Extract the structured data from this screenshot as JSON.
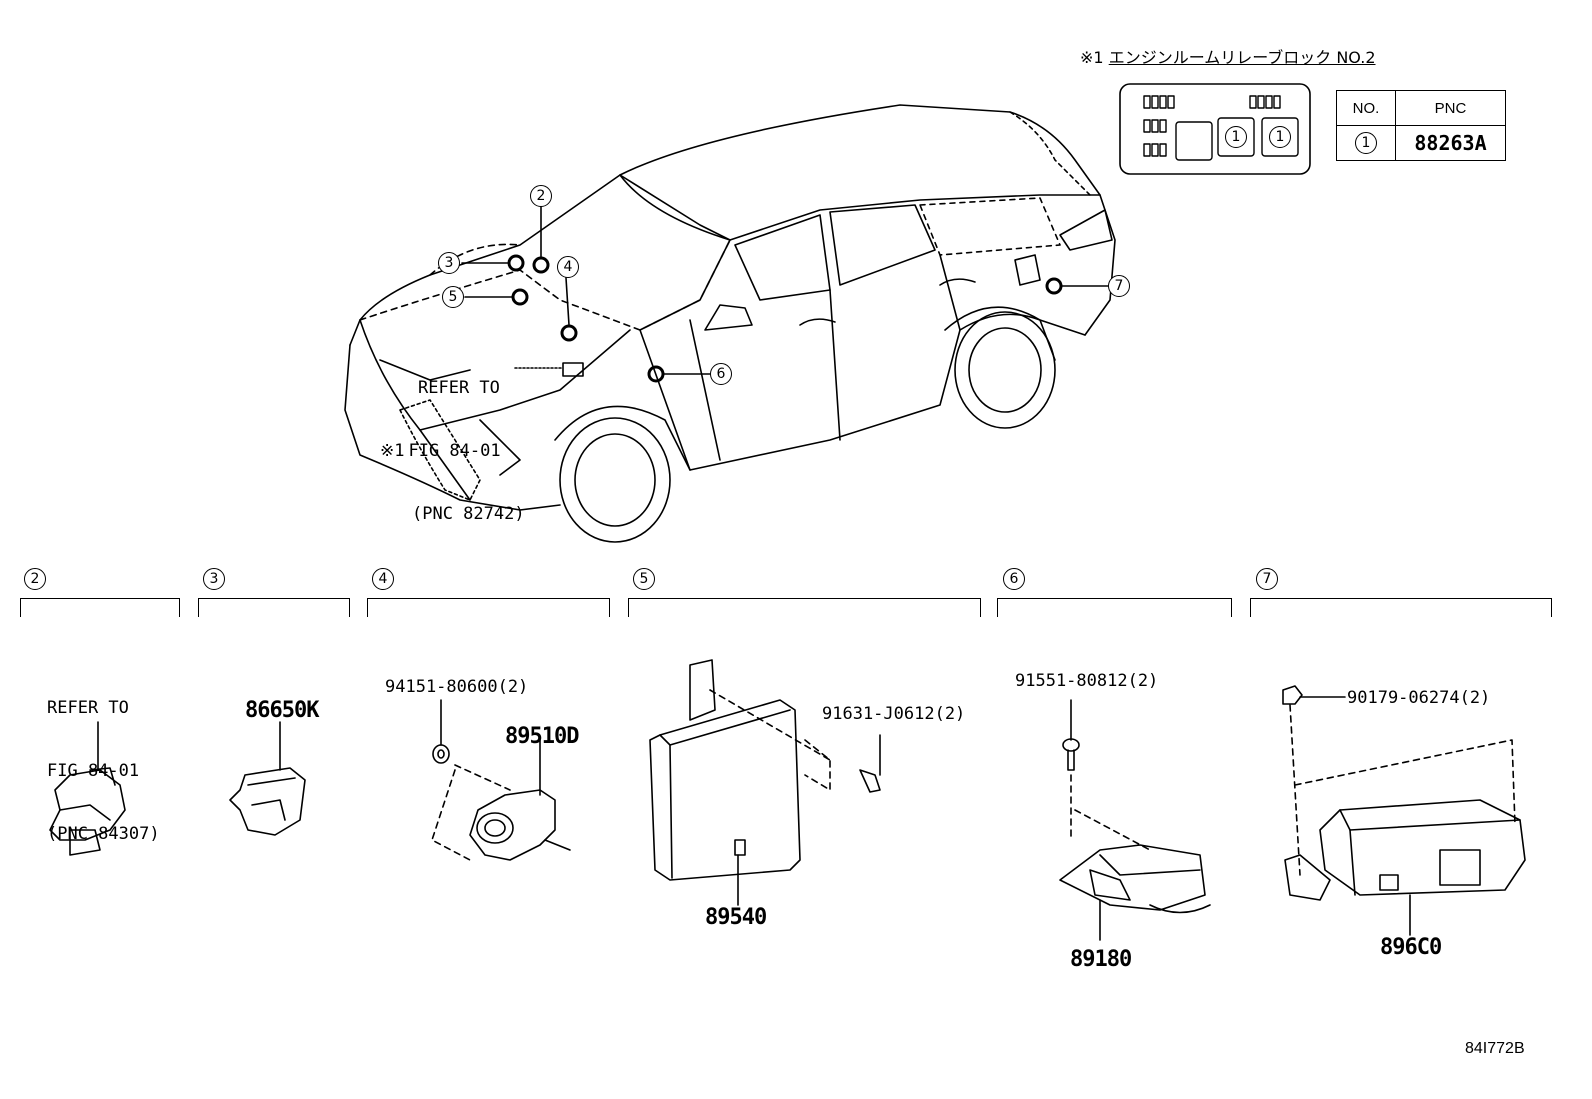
{
  "note": {
    "mark": "※1",
    "title": "エンジンルームリレーブロック NO.2"
  },
  "pnc_table": {
    "col_no": "NO.",
    "col_pnc": "PNC",
    "row_no": "1",
    "row_pnc": "88263A"
  },
  "relay_block": {
    "slot_a": "1",
    "slot_b": "1"
  },
  "car_callouts": {
    "c2": "2",
    "c3": "3",
    "c4": "4",
    "c5": "5",
    "c6": "6",
    "c7": "7"
  },
  "car_refer": {
    "line1": "REFER TO",
    "mark": "※1",
    "line2": "FIG 84-01",
    "line3": "(PNC 82742)"
  },
  "sections": [
    {
      "num": "2"
    },
    {
      "num": "3"
    },
    {
      "num": "4"
    },
    {
      "num": "5"
    },
    {
      "num": "6"
    },
    {
      "num": "7"
    }
  ],
  "sec2_refer": {
    "line1": "REFER TO",
    "line2": "FIG 84-01",
    "line3": "(PNC 84307)"
  },
  "parts": {
    "p86650K": "86650K",
    "p94151": "94151-80600(2)",
    "p89510D": "89510D",
    "p91631": "91631-J0612(2)",
    "p89540": "89540",
    "p91551": "91551-80812(2)",
    "p89180": "89180",
    "p90179": "90179-06274(2)",
    "p896C0": "896C0"
  },
  "figure_id": "84I772B"
}
